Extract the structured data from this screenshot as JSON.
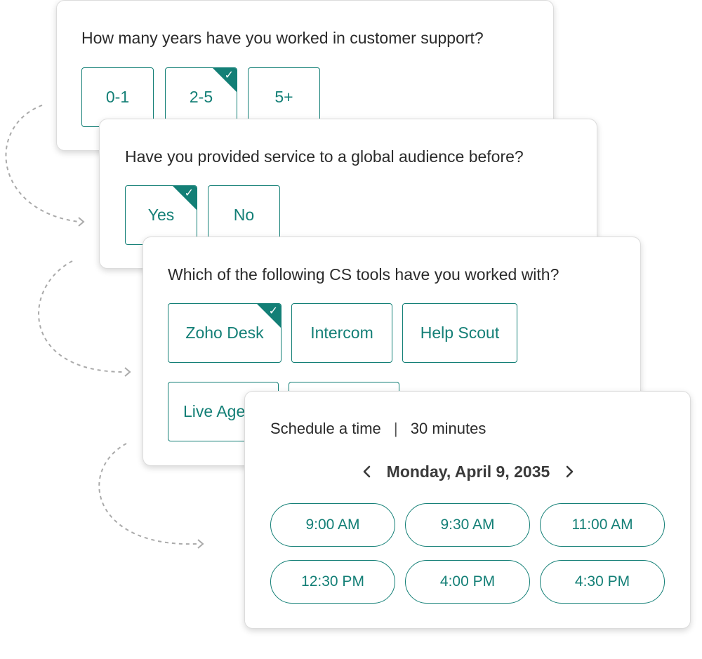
{
  "theme": {
    "accent": "#137f76",
    "text": "#2b2b2b",
    "border": "#dcdcdc",
    "arrow": "#aaaaaa"
  },
  "q1": {
    "question": "How many years have you worked in customer support?",
    "options": [
      {
        "label": "0-1",
        "selected": false
      },
      {
        "label": "2-5",
        "selected": true
      },
      {
        "label": "5+",
        "selected": false
      }
    ]
  },
  "q2": {
    "question": "Have you provided service to a global audience before?",
    "options": [
      {
        "label": "Yes",
        "selected": true
      },
      {
        "label": "No",
        "selected": false
      }
    ]
  },
  "q3": {
    "question": "Which of the following CS tools have you worked with?",
    "options": [
      {
        "label": "Zoho Desk",
        "selected": true
      },
      {
        "label": "Intercom",
        "selected": false
      },
      {
        "label": "Help Scout",
        "selected": false
      },
      {
        "label": "Live Age",
        "selected": false
      },
      {
        "label": "",
        "selected": false
      }
    ]
  },
  "schedule": {
    "title": "Schedule a time",
    "separator": "|",
    "duration": "30 minutes",
    "prev_icon": "chevron-left-icon",
    "next_icon": "chevron-right-icon",
    "date": "Monday, April 9, 2035",
    "slots": [
      "9:00 AM",
      "9:30 AM",
      "11:00 AM",
      "12:30 PM",
      "4:00 PM",
      "4:30 PM"
    ]
  },
  "check_glyph": "✓"
}
